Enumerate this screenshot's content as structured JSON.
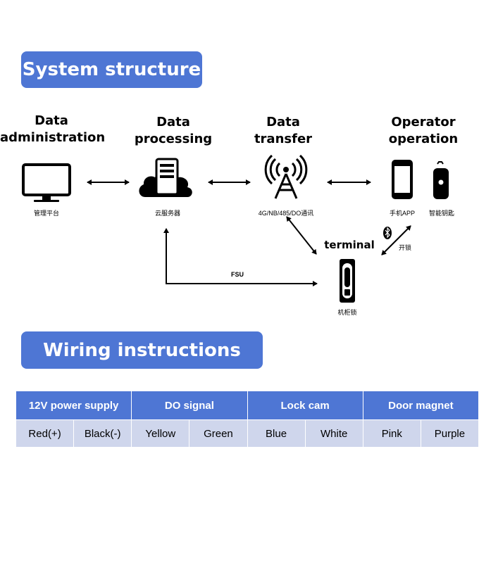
{
  "section1": {
    "title": "System structure"
  },
  "section2": {
    "title": "Wiring instructions"
  },
  "headings": {
    "data_admin_1": "Data",
    "data_admin_2": "administration",
    "data_processing_1": "Data",
    "data_processing_2": "processing",
    "data_transfer_1": "Data",
    "data_transfer_2": "transfer",
    "operator_1": "Operator",
    "operator_2": "operation",
    "terminal": "terminal"
  },
  "labels": {
    "management_platform": "管理平台",
    "cloud_server": "云服务器",
    "transfer_protocols": "4G/NB/485/DO通讯",
    "phone_app": "手机APP",
    "smart_key": "智能钥匙",
    "unlock": "开锁",
    "fsu": "FSU",
    "cabinet_lock": "机柜锁"
  },
  "icons": [
    "monitor-icon",
    "cloud-server-icon",
    "signal-tower-icon",
    "smartphone-icon",
    "smart-key-icon",
    "bluetooth-icon",
    "cabinet-lock-icon"
  ],
  "colors": {
    "accent": "#4e76d4",
    "row_bg": "#cfd6ec"
  },
  "wiring_table": {
    "headers": [
      "12V power supply",
      "DO signal",
      "Lock cam",
      "Door magnet"
    ],
    "row": [
      "Red(+)",
      "Black(-)",
      "Yellow",
      "Green",
      "Blue",
      "White",
      "Pink",
      "Purple"
    ]
  }
}
